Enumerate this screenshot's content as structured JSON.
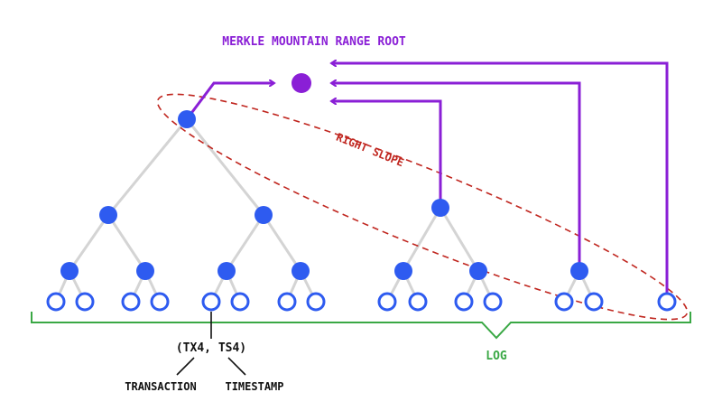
{
  "title": "MERKLE MOUNTAIN RANGE ROOT",
  "slope_label": "RIGHT SLOPE",
  "log_label": "LOG",
  "tuple_label": "(TX4, TS4)",
  "transaction_label": "TRANSACTION",
  "timestamp_label": "TIMESTAMP",
  "colors": {
    "node": "#2e5bf0",
    "root": "#8a1fd6",
    "peak_link": "#8a1fd6",
    "edge": "#d4d4d4",
    "slope": "#c0261f",
    "log": "#3aa845",
    "text": "#111111"
  }
}
